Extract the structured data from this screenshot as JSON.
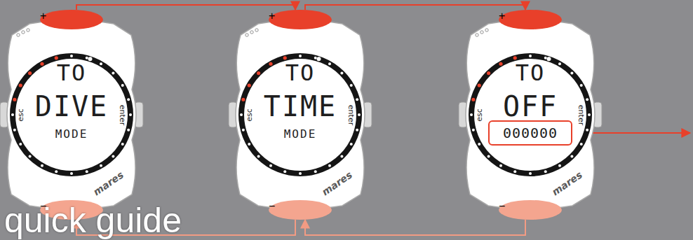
{
  "diagram": {
    "title": "quick guide",
    "nodes": [
      {
        "text": [
          "esc",
          "enter",
          "mares"
        ]
      },
      {
        "text": [
          "+"
        ],
        "in": 0
      },
      {
        "text": [
          "TO",
          "DIVE",
          "MODE"
        ],
        "in": 0
      },
      {
        "text": [
          "−"
        ],
        "in": 0
      },
      {
        "text": [
          "esc",
          "enter",
          "mares"
        ]
      },
      {
        "text": [
          "+"
        ],
        "in": 4
      },
      {
        "text": [
          "TO",
          "TIME",
          "MODE"
        ],
        "in": 4
      },
      {
        "text": [
          "−"
        ],
        "in": 4
      },
      {
        "text": [
          "esc",
          "enter",
          "mares"
        ]
      },
      {
        "text": [
          "+"
        ],
        "in": 8
      },
      {
        "text": [
          "TO",
          "OFF"
        ],
        "in": 8
      },
      {
        "text": [
          "000000"
        ],
        "in": 10
      },
      {
        "text": [
          "−"
        ],
        "in": 8
      }
    ],
    "edges": [
      {
        "from": 1,
        "to": 5,
        "arrow": "to"
      },
      {
        "from": 5,
        "to": 9,
        "arrow": "to"
      },
      {
        "from": 12,
        "to": 7,
        "arrow": "to"
      },
      {
        "from": 7,
        "to": 3,
        "arrow": "to"
      }
    ]
  }
}
